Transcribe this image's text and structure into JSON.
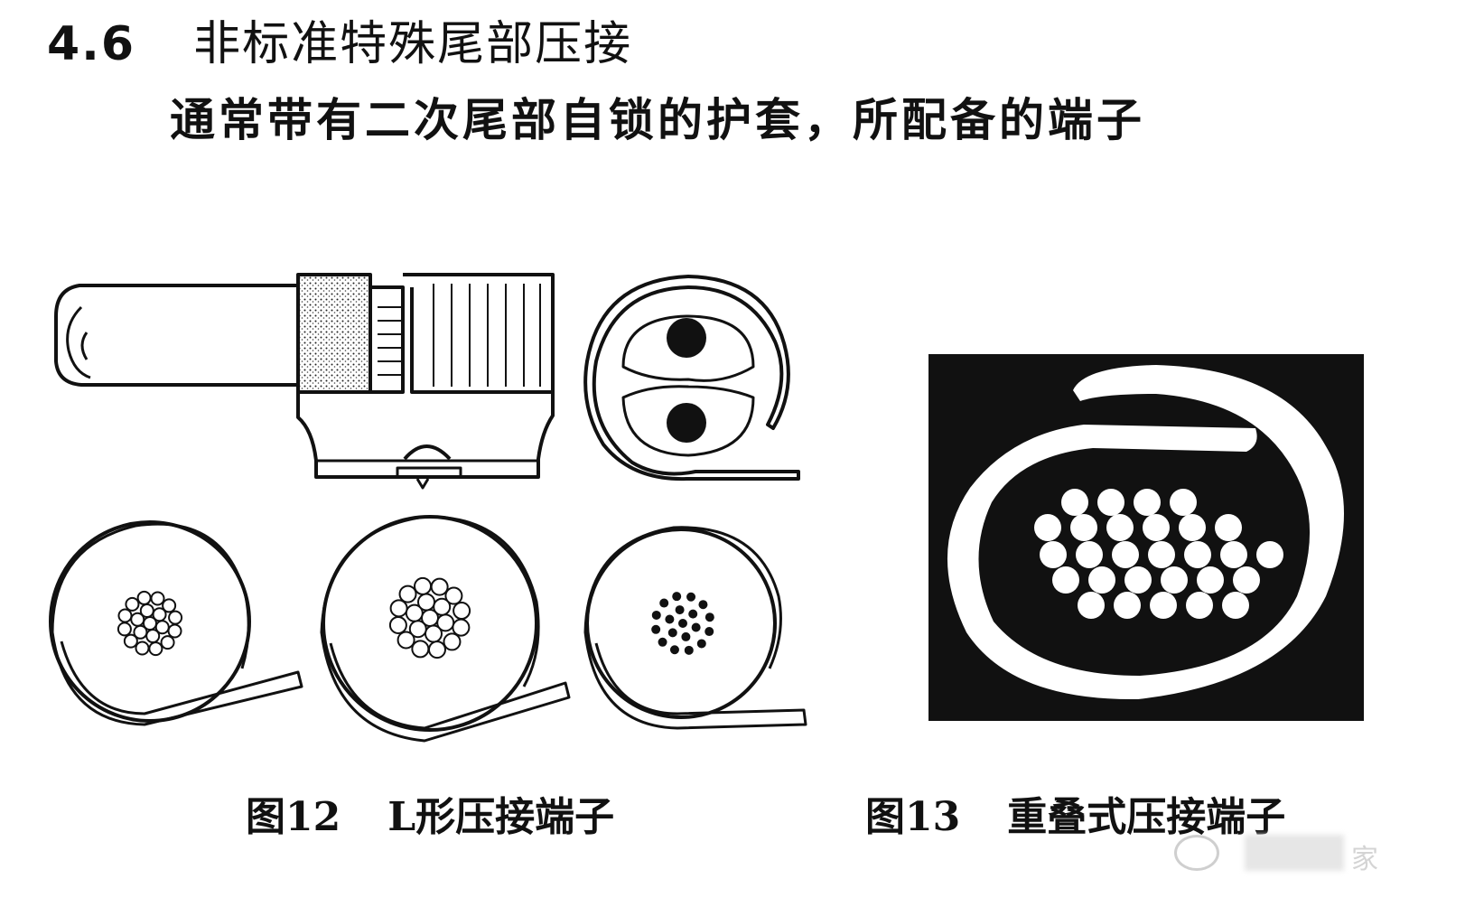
{
  "section": {
    "number": "4.6",
    "title": "非标准特殊尾部压接"
  },
  "body_text": "通常带有二次尾部自锁的护套，所配备的端子",
  "figures": [
    {
      "caption_number": "图12",
      "caption_title": "L形压接端子"
    },
    {
      "caption_number": "图13",
      "caption_title": "重叠式压接端子"
    }
  ],
  "watermark": {
    "icon": "wechat-icon",
    "text": "家"
  },
  "colors": {
    "ink": "#111111",
    "paper": "#ffffff"
  }
}
